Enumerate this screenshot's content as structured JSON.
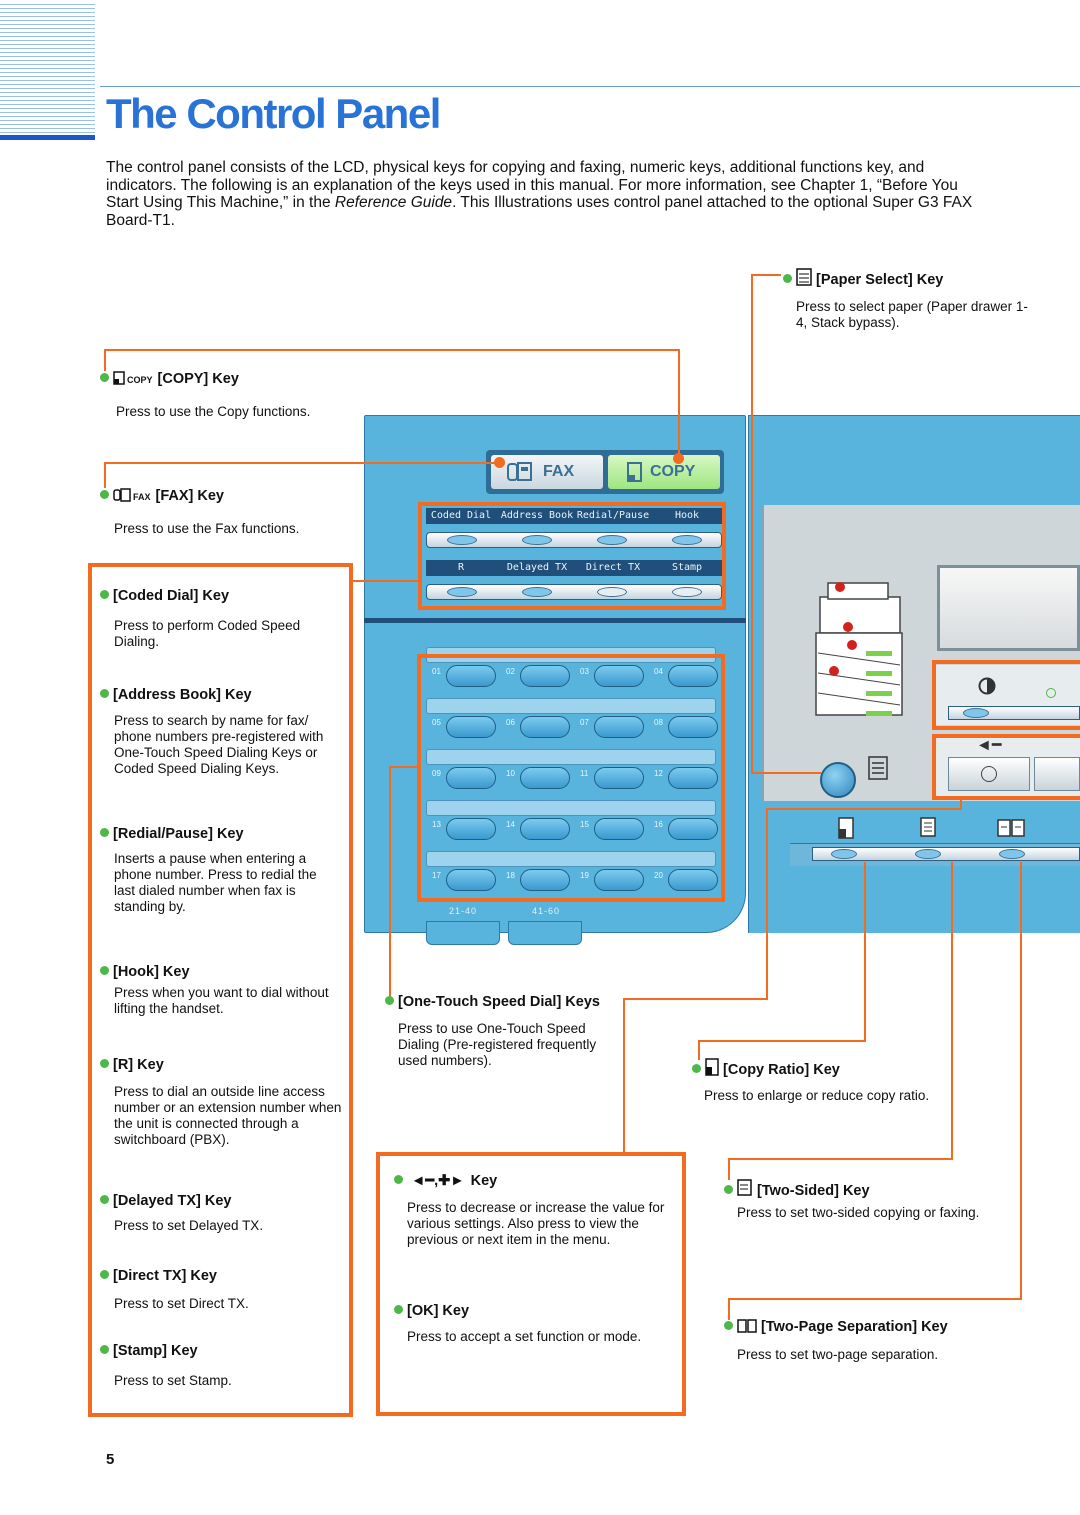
{
  "page": {
    "title": "The Control Panel",
    "intro_1": "The control panel consists of the LCD, physical keys for copying and faxing, numeric keys, additional functions key, and indicators. The following is an explanation of the keys used in this manual. For more information, see Chapter 1, “Before You Start Using This Machine,” in the ",
    "intro_ref": "Reference Guide",
    "intro_2": ". This Illustrations uses control panel attached to the optional Super G3 FAX Board-T1.",
    "page_number": "5"
  },
  "keys": {
    "copy": {
      "icon_label": "COPY",
      "heading": "[COPY] Key",
      "desc": "Press to use the Copy functions."
    },
    "fax": {
      "icon_label": "FAX",
      "heading": "[FAX] Key",
      "desc": "Press to use the Fax functions."
    },
    "coded_dial": {
      "heading": "[Coded Dial] Key",
      "desc": "Press to perform Coded Speed Dialing."
    },
    "address_book": {
      "heading": "[Address Book] Key",
      "desc": "Press to search by name for fax/ phone numbers pre-registered with One-Touch Speed Dialing Keys or Coded Speed Dialing Keys."
    },
    "redial_pause": {
      "heading": "[Redial/Pause] Key",
      "desc": "Inserts a pause when entering a phone number. Press to redial the last dialed number when fax is standing by."
    },
    "hook": {
      "heading": "[Hook] Key",
      "desc": "Press when you want to dial without lifting the handset."
    },
    "r": {
      "heading": "[R] Key",
      "desc": "Press to dial an outside line access number or an extension number when the unit is connected through a switchboard (PBX)."
    },
    "delayed_tx": {
      "heading": "[Delayed TX] Key",
      "desc": "Press to set Delayed TX."
    },
    "direct_tx": {
      "heading": "[Direct TX] Key",
      "desc": "Press to set Direct TX."
    },
    "stamp": {
      "heading": "[Stamp] Key",
      "desc": "Press to set Stamp."
    },
    "one_touch": {
      "heading": "[One-Touch Speed Dial] Keys",
      "desc": "Press to use One-Touch Speed Dialing (Pre-registered frequently used numbers)."
    },
    "arrows": {
      "heading": "Key",
      "desc": "Press to decrease or increase the value for various settings. Also press to view the previous or next item in the menu."
    },
    "ok": {
      "heading": "[OK] Key",
      "desc": "Press to accept a set function or mode."
    },
    "paper_select": {
      "heading": "[Paper Select] Key",
      "desc": "Press to select paper (Paper drawer 1-4, Stack bypass)."
    },
    "copy_ratio": {
      "heading": "[Copy Ratio] Key",
      "desc": "Press to enlarge or reduce copy ratio."
    },
    "two_sided": {
      "heading": "[Two-Sided] Key",
      "desc": "Press to set two-sided copying or faxing."
    },
    "two_page": {
      "heading": "[Two-Page Separation] Key",
      "desc": "Press to set two-page separation."
    }
  },
  "panel": {
    "fax_button": "FAX",
    "copy_button": "COPY",
    "row1_labels": [
      "Coded Dial",
      "Address Book",
      "Redial/Pause",
      "Hook"
    ],
    "row2_labels": [
      "R",
      "Delayed TX",
      "Direct TX",
      "Stamp"
    ],
    "speed_numbers": [
      "01",
      "02",
      "03",
      "04",
      "05",
      "06",
      "07",
      "08",
      "09",
      "10",
      "11",
      "12",
      "13",
      "14",
      "15",
      "16",
      "17",
      "18",
      "19",
      "20"
    ],
    "tab_labels": [
      "21-40",
      "41-60"
    ]
  },
  "colors": {
    "title_blue": "#2a73d6",
    "orange": "#f26b21",
    "panel_blue": "#58b4dc",
    "bullet_green": "#4cb848"
  }
}
